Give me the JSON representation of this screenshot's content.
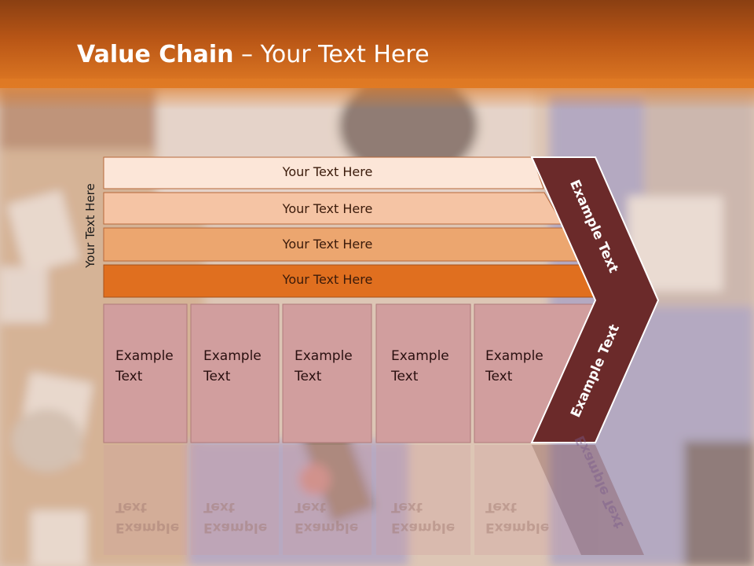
{
  "title": {
    "bold": "Value Chain",
    "rest": " – Your Text Here"
  },
  "side_label": "Your Text Here",
  "bars": [
    {
      "label": "Your Text Here",
      "color": "#fce6d8"
    },
    {
      "label": "Your Text Here",
      "color": "#f5c4a4"
    },
    {
      "label": "Your Text Here",
      "color": "#eca66f"
    },
    {
      "label": "Your Text Here",
      "color": "#e06f1f"
    }
  ],
  "boxes": [
    {
      "line1": "Example",
      "line2": "Text"
    },
    {
      "line1": "Example",
      "line2": "Text"
    },
    {
      "line1": "Example",
      "line2": "Text"
    },
    {
      "line1": "Example",
      "line2": "Text"
    },
    {
      "line1": "Example",
      "line2": "Text"
    }
  ],
  "chevron": {
    "upper": "Example Text",
    "lower": "Example Text",
    "color": "#6b2a2a"
  },
  "colors": {
    "header": "#c8601a",
    "box": "#d19e9e"
  }
}
